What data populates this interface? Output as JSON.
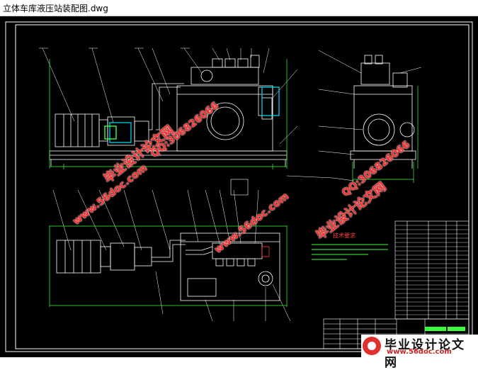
{
  "window": {
    "title": "立体车库液压站装配图.dwg"
  },
  "watermarks": {
    "site": "www.56doc.com",
    "qq": "QQ:306826066",
    "brand": "毕业设计论文网"
  },
  "footer": {
    "brand": "毕业设计论文网",
    "url": "www.56doc.com"
  },
  "technical_requirements": {
    "title": "技术要求"
  },
  "colors": {
    "background": "#000000",
    "frame": "#ffffff",
    "lines": "#ffffff",
    "dimension": "#3cff3c",
    "highlight": "#00e5ff",
    "watermark": "#ff2b2b"
  },
  "icons": [
    "drawing-canvas-icon",
    "logo-circle-icon"
  ]
}
